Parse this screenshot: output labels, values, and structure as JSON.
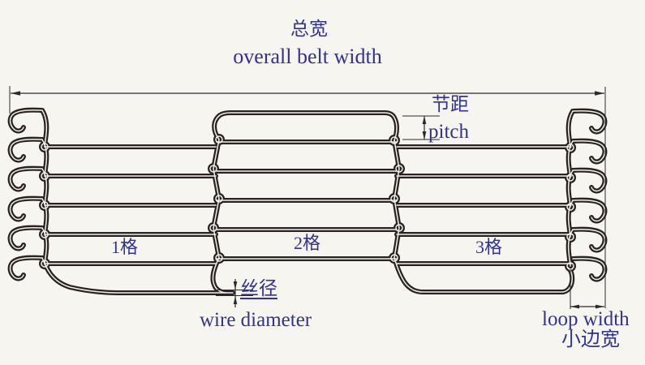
{
  "diagram": {
    "type": "wire-mesh-belt-dimension-diagram",
    "title": {
      "cn": "总宽",
      "en": "overall belt width"
    },
    "labels": {
      "pitch": {
        "cn": "节距",
        "en": "pitch"
      },
      "wire_diameter": {
        "cn": "丝径",
        "en": "wire diameter"
      },
      "loop_width": {
        "en": "loop width",
        "cn": "小边宽"
      },
      "sections": [
        {
          "label": "1格"
        },
        {
          "label": "2格"
        },
        {
          "label": "3格"
        }
      ]
    },
    "colors": {
      "accent": "#32338e",
      "wire": "#292220",
      "wire_core": "#f2efe9",
      "dimension": "#2b2b2b",
      "background": "#f7f5ef"
    }
  }
}
